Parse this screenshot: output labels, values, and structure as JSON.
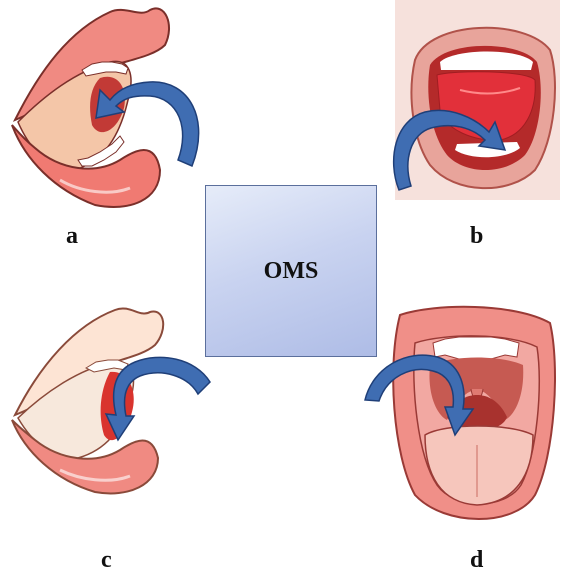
{
  "center": {
    "title": "OMS"
  },
  "panels": [
    {
      "label": "a",
      "arrow_color": "#3f6db2"
    },
    {
      "label": "b",
      "arrow_color": "#3f6db2"
    },
    {
      "label": "c",
      "arrow_color": "#3f6db2"
    },
    {
      "label": "d",
      "arrow_color": "#3f6db2"
    }
  ]
}
